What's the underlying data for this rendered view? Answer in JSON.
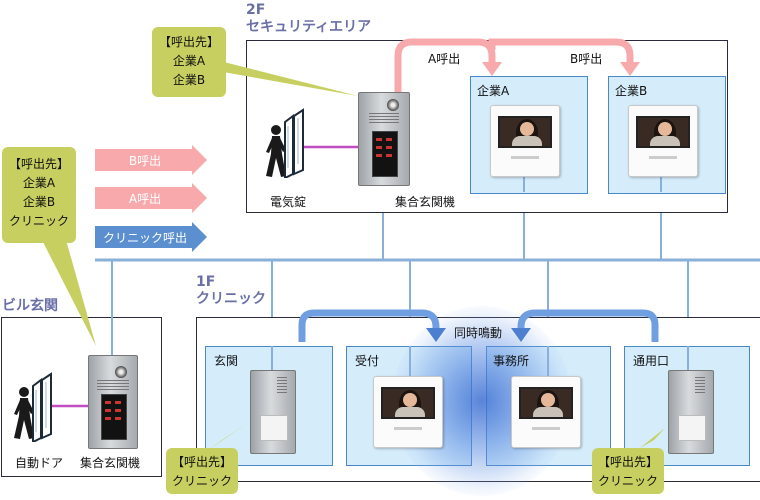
{
  "zones": {
    "floor2": {
      "title_line1": "2F",
      "title_line2": "セキュリティエリア"
    },
    "lobby": {
      "title": "ビル玄関"
    },
    "floor1": {
      "title_line1": "1F",
      "title_line2": "クリニック"
    }
  },
  "callouts": {
    "floor2_callout": {
      "line1": "【呼出先】",
      "line2": "企業A",
      "line3": "企業B"
    },
    "lobby_callout": {
      "line1": "【呼出先】",
      "line2": "企業A",
      "line3": "企業B",
      "line4": "クリニック"
    },
    "entrance_callout": {
      "line1": "【呼出先】",
      "line2": "クリニック"
    },
    "service_callout": {
      "line1": "【呼出先】",
      "line2": "クリニック"
    }
  },
  "call_arrows": {
    "b_call": "B呼出",
    "a_call": "A呼出",
    "clinic_call": "クリニック呼出"
  },
  "floor2_call_labels": {
    "a": "A呼出",
    "b": "B呼出"
  },
  "floor2_panels": {
    "company_a": "企業A",
    "company_b": "企業B"
  },
  "floor1_panels": {
    "entrance": "玄関",
    "reception": "受付",
    "office": "事務所",
    "service_entrance": "通用口"
  },
  "simultaneous_ring": "同時鳴動",
  "device_captions": {
    "electric_lock": "電気錠",
    "floor2_panel": "集合玄関機",
    "auto_door": "自動ドア",
    "lobby_panel": "集合玄関機"
  },
  "colors": {
    "pink_arrow": "#f7a9ab",
    "blue_arrow": "#5b8fcf",
    "light_blue_line": "#8ab0da",
    "zone_title": "#6a6fa8",
    "callout": "#c6cf5f",
    "subzone_fill": "#d5ecfb",
    "door_line": "#c04ec0"
  },
  "icons": [
    "walking-person-icon",
    "glass-door-icon",
    "intercom-panel-icon",
    "video-monitor-icon",
    "door-station-icon"
  ]
}
